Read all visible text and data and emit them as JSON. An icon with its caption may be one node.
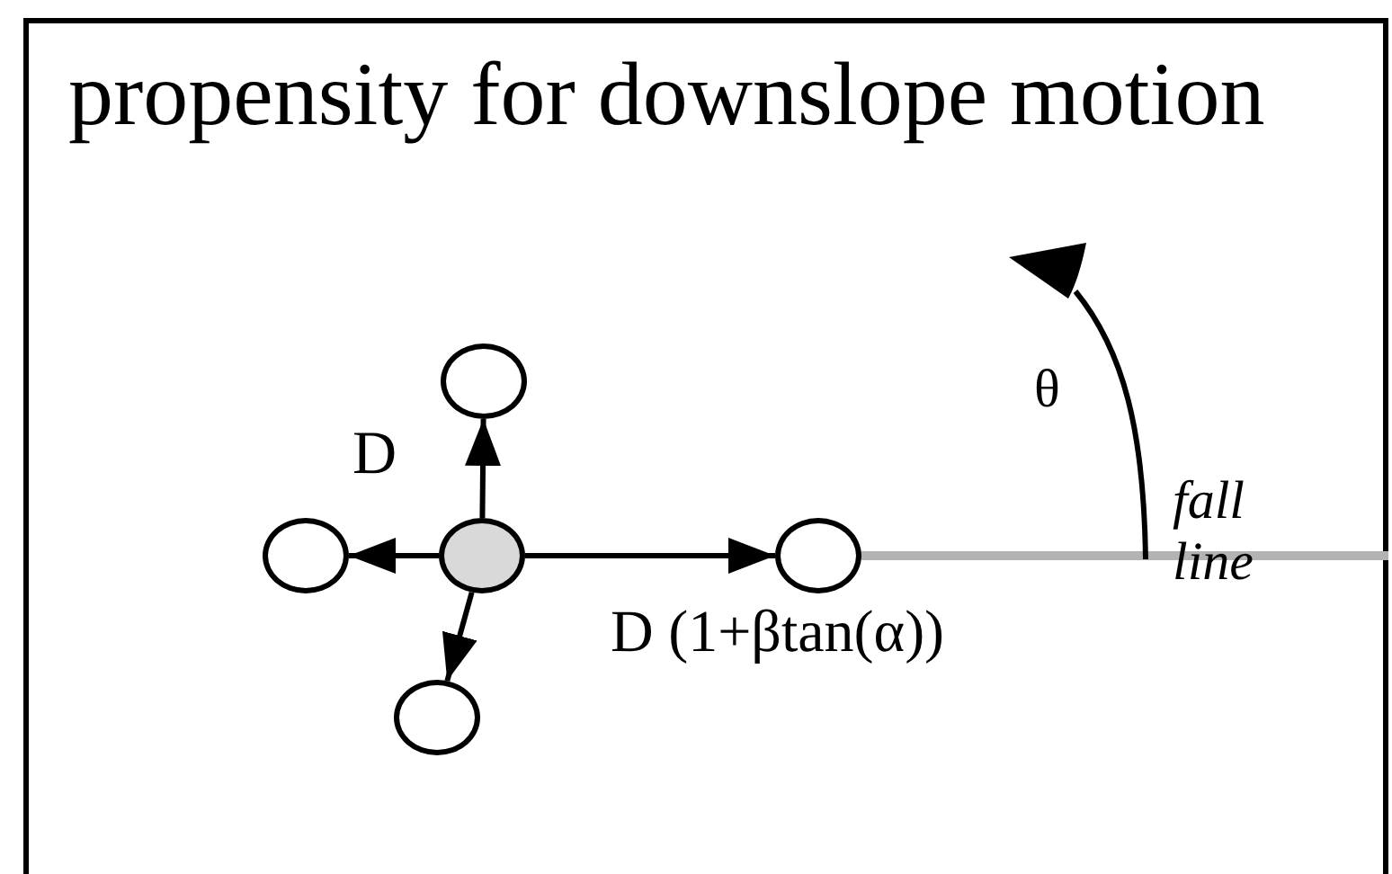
{
  "diagram": {
    "title": "propensity for downslope motion",
    "nodes": [
      {
        "text": [],
        "shape": "circle"
      },
      {
        "text": [],
        "shape": "circle"
      },
      {
        "text": [],
        "shape": "circle"
      },
      {
        "text": [],
        "shape": "circle"
      },
      {
        "text": [],
        "shape": "circle"
      }
    ],
    "edges": [
      {
        "from": 2,
        "to": 0,
        "arrow": "to"
      },
      {
        "from": 2,
        "to": 1,
        "arrow": "to"
      },
      {
        "from": 2,
        "to": 3,
        "arrow": "to"
      },
      {
        "from": 2,
        "to": 4,
        "arrow": "to",
        "label": "D (1+βtan(α))"
      }
    ],
    "labels": [
      "D",
      "θ",
      "fall line"
    ]
  }
}
